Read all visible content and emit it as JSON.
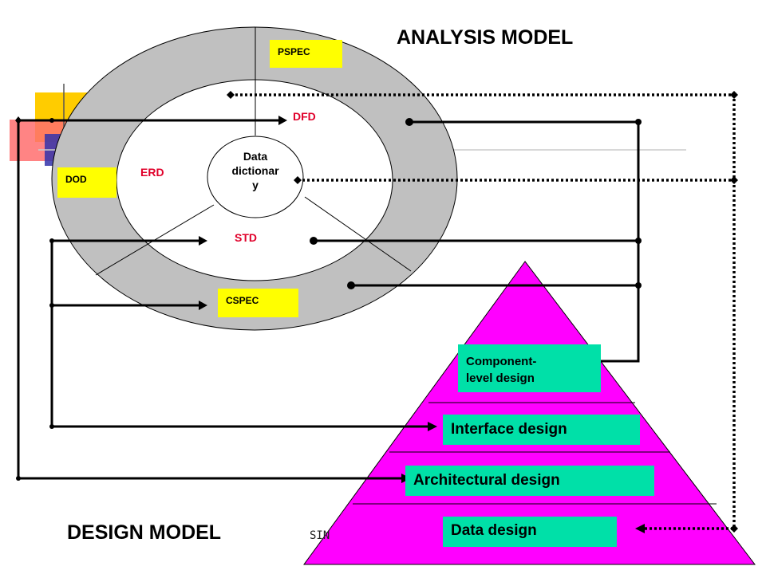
{
  "titles": {
    "analysis_model": "ANALYSIS MODEL",
    "design_model": "DESIGN MODEL"
  },
  "analysis": {
    "pspec": "PSPEC",
    "dod": "DOD",
    "cspec": "CSPEC",
    "dfd": "DFD",
    "erd": "ERD",
    "std": "STD",
    "data_dictionary_lines": [
      "Data",
      "dictionar",
      "y"
    ]
  },
  "design": {
    "component_lines": [
      "Component-",
      "level design"
    ],
    "interface": "Interface design",
    "architectural": "Architectural  design",
    "data": "Data design"
  },
  "footer_fragment": "SIN",
  "colors": {
    "ring_gray": "#c0c0c0",
    "pyramid_magenta": "#ff00ff",
    "box_yellow": "#ffff00",
    "box_green": "#00e0a8",
    "label_red": "#e0002a"
  }
}
